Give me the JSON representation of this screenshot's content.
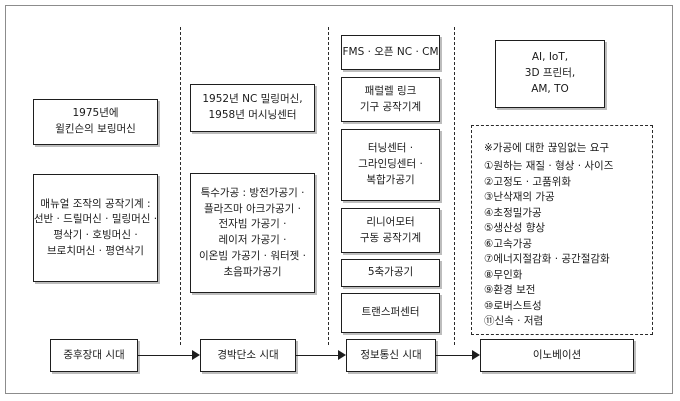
{
  "eras": [
    {
      "label": "중후장대 시대"
    },
    {
      "label": "경박단소 시대"
    },
    {
      "label": "정보통신 시대"
    },
    {
      "label": "이노베이션"
    }
  ],
  "col1": {
    "box1": [
      "1975년에",
      "윌킨슨의 보링머신"
    ],
    "box2": [
      "매뉴얼 조작의 공작기계 :",
      "선반 · 드릴머신 · 밀링머신 ·",
      "평삭기 · 호빙머신 ·",
      "브로치머신 · 평연삭기"
    ]
  },
  "col2": {
    "box1": [
      "1952년 NC 밀링머신,",
      "1958년 머시닝센터"
    ],
    "box2": [
      "특수가공 : 방전가공기 ·",
      "플라즈마 아크가공기 ·",
      "전자빔 가공기 ·",
      "레이저 가공기 ·",
      "이온빔 가공기 · 워터젯 ·",
      "초음파가공기"
    ]
  },
  "col3": {
    "boxes": [
      [
        "FMS · 오픈 NC · CM"
      ],
      [
        "패럴렐 링크",
        "기구 공작기계"
      ],
      [
        "터닝센터 ·",
        "그라인딩센터 ·",
        "복합가공기"
      ],
      [
        "리니어모터",
        "구동 공작기계"
      ],
      [
        "5축가공기"
      ],
      [
        "트랜스퍼센터"
      ]
    ]
  },
  "col4": {
    "box1": [
      "AI, IoT,",
      "3D 프린터,",
      "AM, TO"
    ],
    "requirements_title": "※가공에 대한 끊임없는 요구",
    "requirements": [
      "①원하는 재질 · 형상 · 사이즈",
      "②고정도 · 고품위화",
      "③난삭재의 가공",
      "④초정밀가공",
      "⑤생산성 향상",
      "⑥고속가공",
      "⑦에너지절감화 · 공간절감화",
      "⑧무인화",
      "⑨환경 보전",
      "⑩로버스트성",
      "⑪신속 · 저렴"
    ]
  }
}
